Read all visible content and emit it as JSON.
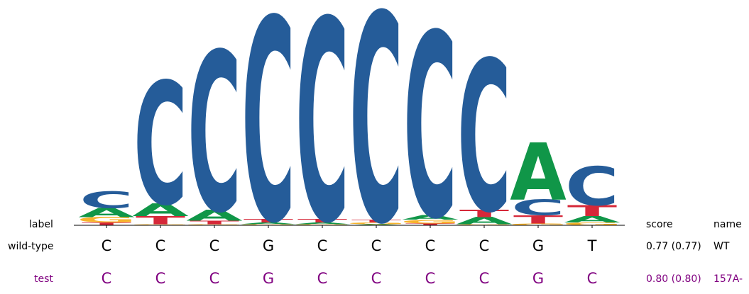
{
  "chart_data": {
    "type": "sequence-logo",
    "alphabet": [
      "A",
      "C",
      "G",
      "T"
    ],
    "colors": {
      "A": "#109648",
      "C": "#255c99",
      "G": "#f7b32b",
      "T": "#d62839",
      "test_text": "#800080"
    },
    "positions": [
      {
        "A": 0.1,
        "C": 0.18,
        "G": 0.06,
        "T": 0.03
      },
      {
        "A": 0.14,
        "C": 1.33,
        "G": 0.01,
        "T": 0.09
      },
      {
        "A": 0.12,
        "C": 1.73,
        "G": 0.01,
        "T": 0.04
      },
      {
        "A": 0.02,
        "C": 2.2,
        "G": 0.01,
        "T": 0.04
      },
      {
        "A": 0.02,
        "C": 2.19,
        "G": 0.01,
        "T": 0.04
      },
      {
        "A": 0.01,
        "C": 2.26,
        "G": 0.02,
        "T": 0.03
      },
      {
        "A": 0.05,
        "C": 2.0,
        "G": 0.04,
        "T": 0.02
      },
      {
        "A": 0.08,
        "C": 1.64,
        "G": 0.01,
        "T": 0.08
      },
      {
        "A": 0.62,
        "C": 0.17,
        "G": 0.02,
        "T": 0.09
      },
      {
        "A": 0.07,
        "C": 0.42,
        "G": 0.03,
        "T": 0.12
      }
    ]
  },
  "header": {
    "label": "label",
    "score": "score",
    "name": "name"
  },
  "rows": [
    {
      "label": "wild-type",
      "sequence": [
        "C",
        "C",
        "C",
        "G",
        "C",
        "C",
        "C",
        "C",
        "G",
        "T"
      ],
      "score": "0.77 (0.77)",
      "name": "WT"
    },
    {
      "label": "test",
      "sequence": [
        "C",
        "C",
        "C",
        "G",
        "C",
        "C",
        "C",
        "C",
        "G",
        "C"
      ],
      "score": "0.80 (0.80)",
      "name": "157A-"
    }
  ]
}
